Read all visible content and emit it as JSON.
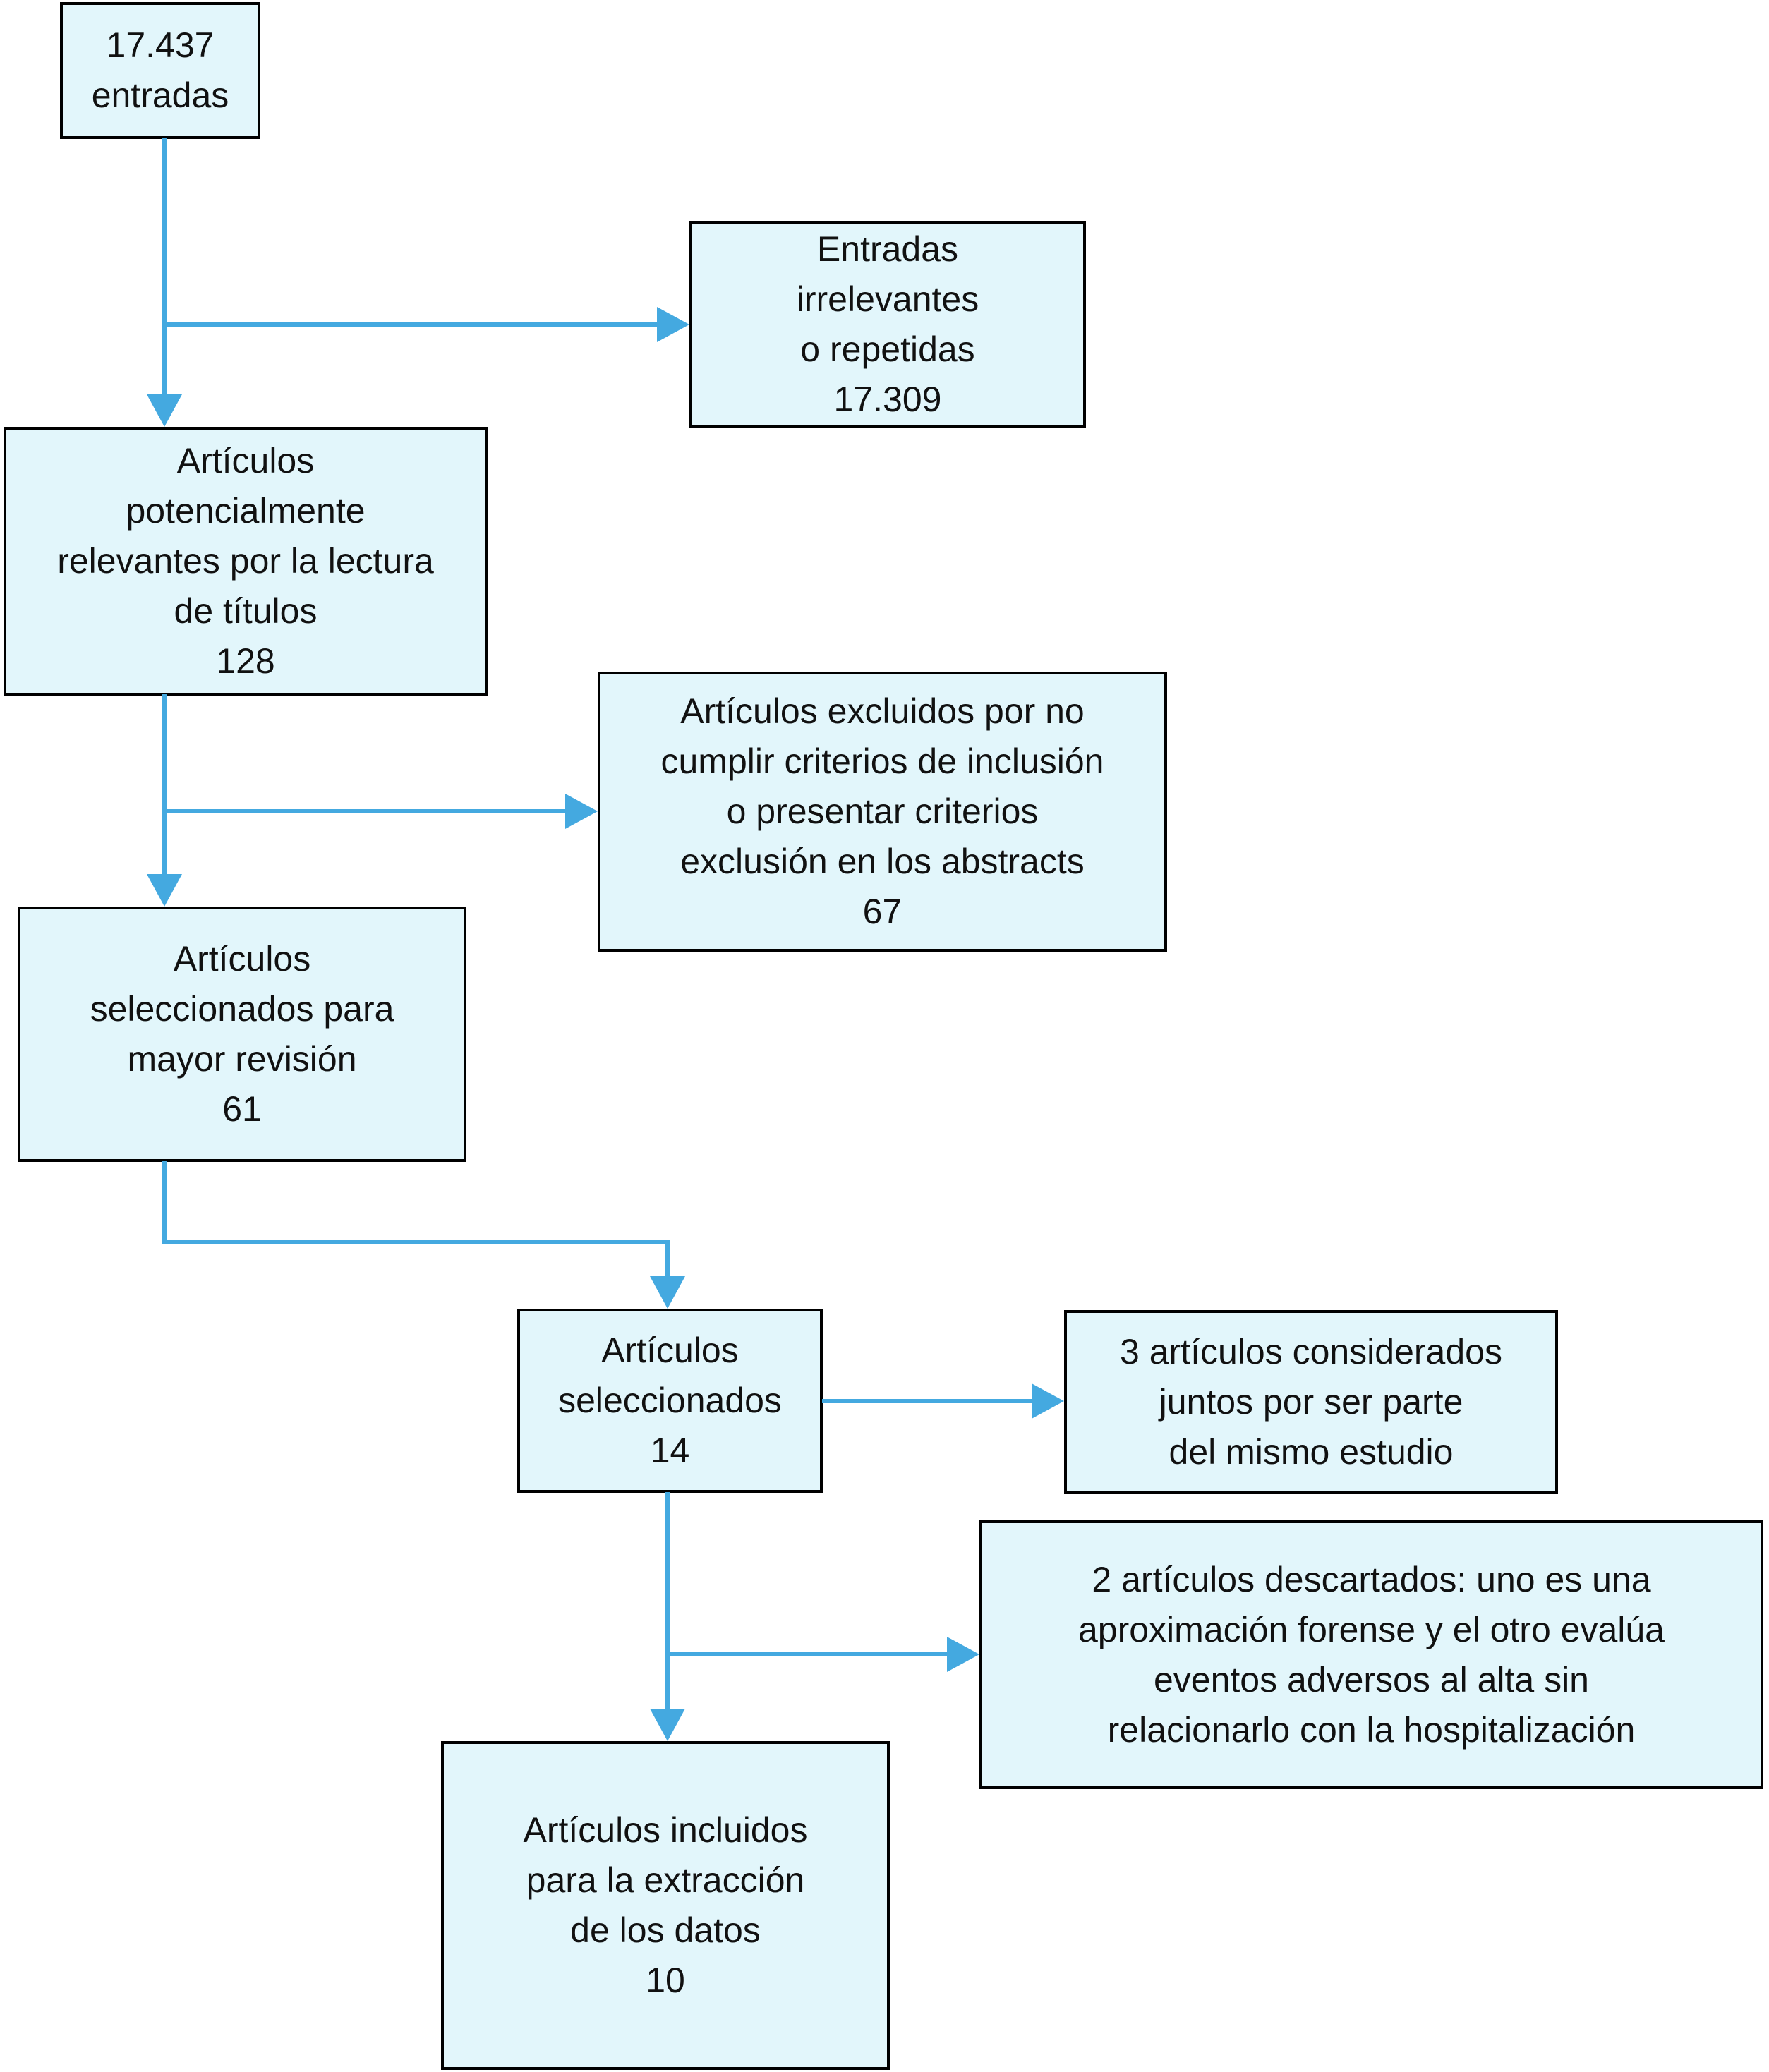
{
  "colors": {
    "background": "#ffffff",
    "box_fill": "#e2f6fb",
    "box_border": "#000000",
    "arrow": "#44a9e0",
    "text": "#111111"
  },
  "boxes": {
    "entries": "17.437\nentradas",
    "irrelevant": "Entradas\nirrelevantes\no repetidas\n17.309",
    "potential": "Artículos\npotencialmente\nrelevantes por la lectura\nde títulos\n128",
    "excluded": "Artículos excluidos por no\ncumplir criterios de inclusión\no presentar criterios\nexclusión en los abstracts\n67",
    "selected_review": "Artículos\nseleccionados para\nmayor revisión\n61",
    "selected": "Artículos\nseleccionados\n14",
    "considered_together": "3 artículos considerados\njuntos por ser parte\ndel mismo estudio",
    "discarded": "2 artículos descartados: uno es una\naproximación forense y el otro evalúa\neventos adversos al alta sin\nrelacionarlo con la hospitalización",
    "included": "Artículos incluidos\npara la extracción\nde los datos\n10"
  }
}
